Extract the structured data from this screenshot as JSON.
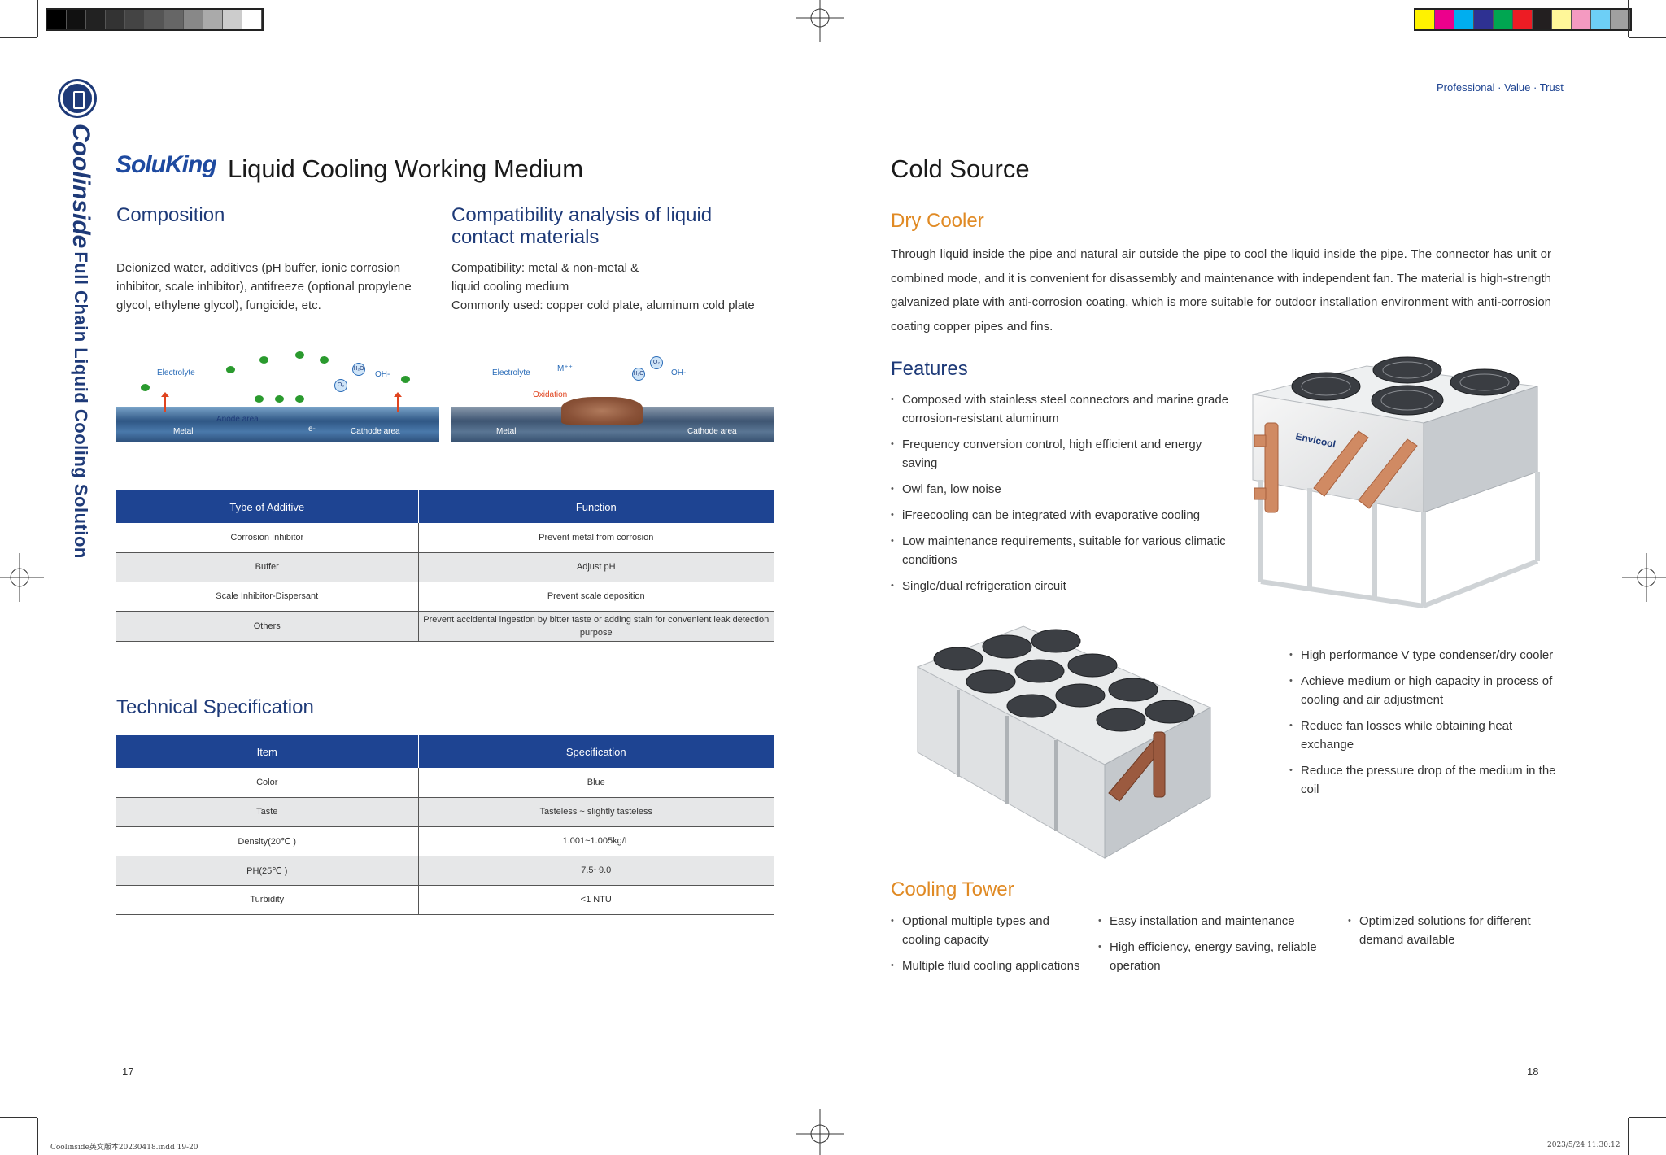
{
  "header": {
    "tagline": "Professional · Value · Trust"
  },
  "sidebar": {
    "brand": "Coolinside",
    "title": "Full Chain Liquid Cooling Solution"
  },
  "left_page": {
    "brand_logo": "SoluKing",
    "title": "Liquid Cooling Working Medium",
    "composition": {
      "heading": "Composition",
      "text": "Deionized water, additives (pH buffer, ionic corrosion inhibitor, scale inhibitor), antifreeze (optional propylene glycol, ethylene glycol), fungicide, etc."
    },
    "compatibility": {
      "heading": "Compatibility analysis of liquid contact materials",
      "text_line1": "Compatibility: metal & non-metal &",
      "text_line2": "liquid cooling medium",
      "text_line3": "Commonly used: copper cold plate, aluminum cold plate"
    },
    "diagram_left": {
      "electrolyte": "Electrolyte",
      "anode": "Anode area",
      "metal": "Metal",
      "cathode": "Cathode area",
      "electron": "e-",
      "oh": "OH-",
      "o2": "O₂",
      "h2o": "H₂O"
    },
    "diagram_right": {
      "electrolyte": "Electrolyte",
      "oxidation": "Oxidation",
      "metal": "Metal",
      "cathode": "Cathode area",
      "oh": "OH-",
      "o2": "O₂",
      "h2o": "H₂O",
      "mplus": "M⁺⁺"
    },
    "additive_table": {
      "headers": [
        "Tybe of Additive",
        "Function"
      ],
      "rows": [
        [
          "Corrosion Inhibitor",
          "Prevent metal from corrosion"
        ],
        [
          "Buffer",
          "Adjust pH"
        ],
        [
          "Scale Inhibitor-Dispersant",
          "Prevent scale deposition"
        ],
        [
          "Others",
          "Prevent accidental ingestion by bitter taste or adding stain for convenient leak detection purpose"
        ]
      ]
    },
    "tech_spec": {
      "heading": "Technical Specification",
      "headers": [
        "Item",
        "Specification"
      ],
      "rows": [
        [
          "Color",
          "Blue"
        ],
        [
          "Taste",
          "Tasteless ~ slightly tasteless"
        ],
        [
          "Density(20℃ )",
          "1.001~1.005kg/L"
        ],
        [
          "PH(25℃ )",
          "7.5~9.0"
        ],
        [
          "Turbidity",
          "<1 NTU"
        ]
      ]
    },
    "page_number": "17"
  },
  "right_page": {
    "title": "Cold Source",
    "dry_cooler": {
      "heading": "Dry Cooler",
      "text": "Through liquid inside the pipe and natural air outside the pipe to cool the liquid inside the pipe. The connector has unit or combined mode, and it is convenient for disassembly and maintenance with independent fan. The material is high-strength galvanized plate with anti-corrosion coating, which is more suitable for outdoor installation environment with anti-corrosion coating copper pipes and fins."
    },
    "features": {
      "heading": "Features",
      "items": [
        "Composed with stainless steel connectors and marine grade corrosion-resistant aluminum",
        "Frequency conversion control, high efficient and energy saving",
        "Owl fan, low noise",
        "iFreecooling can be integrated with evaporative cooling",
        "Low maintenance requirements, suitable for various climatic conditions",
        "Single/dual refrigeration circuit"
      ]
    },
    "product_brand": "Envicool",
    "v_type_features": [
      "High performance V type condenser/dry cooler",
      "Achieve medium or high capacity in process of cooling and air adjustment",
      "Reduce fan losses while obtaining heat exchange",
      "Reduce the pressure drop of the medium in the coil"
    ],
    "cooling_tower": {
      "heading": "Cooling Tower",
      "col1": [
        "Optional multiple types and cooling capacity",
        "Multiple fluid cooling applications"
      ],
      "col2": [
        "Easy installation and maintenance",
        "High efficiency, energy saving, reliable operation"
      ],
      "col3": [
        "Optimized solutions for different demand available"
      ]
    },
    "page_number": "18"
  },
  "print_slug": {
    "file": "Coolinside英文版本20230418.indd   19-20",
    "date": "2023/5/24   11:30:12"
  },
  "colors": {
    "brand_blue": "#1e3a78",
    "table_header": "#1e4492",
    "accent_orange": "#e08a24"
  }
}
